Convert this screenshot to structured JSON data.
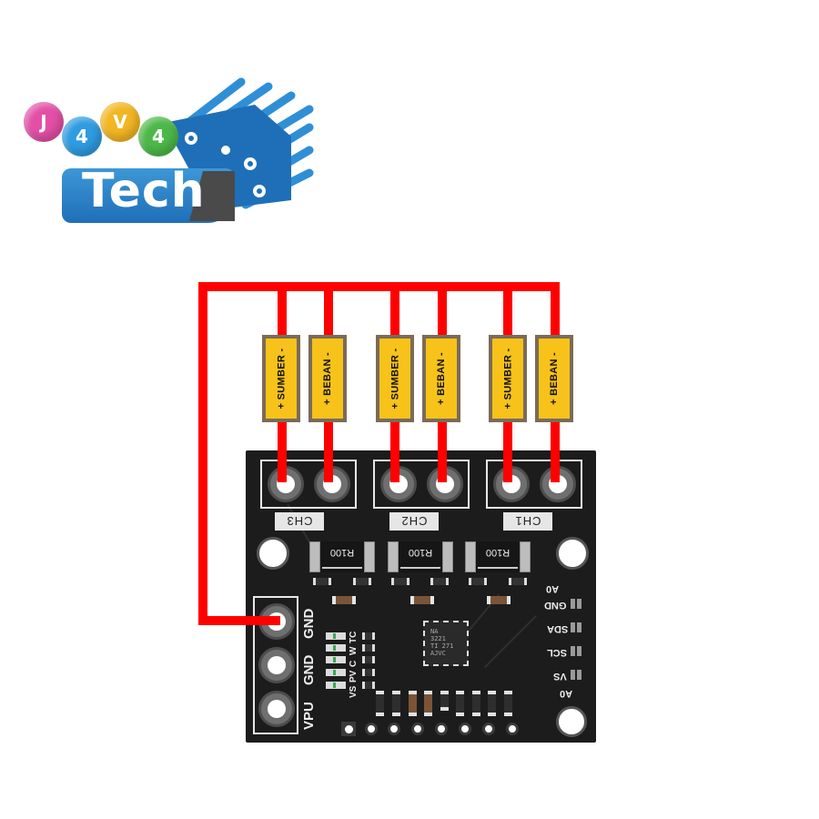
{
  "logo": {
    "letters": [
      "J",
      "4",
      "V",
      "4"
    ],
    "letter_colors": [
      "#e34fa6",
      "#2f9be0",
      "#f2b623",
      "#4cb848"
    ],
    "wordmark": "Tech",
    "brand_blue": "#1f6fb8"
  },
  "wiring": {
    "wire_color": "#ff0000",
    "description": "Common positive bus connecting all SUMBER/BEBAN terminals to GND pin"
  },
  "labels": [
    {
      "text": "+ SUMBER -",
      "channel": "CH3"
    },
    {
      "text": "+ BEBAN -",
      "channel": "CH3"
    },
    {
      "text": "+ SUMBER -",
      "channel": "CH2"
    },
    {
      "text": "+ BEBAN -",
      "channel": "CH2"
    },
    {
      "text": "+ SUMBER -",
      "channel": "CH1"
    },
    {
      "text": "+ BEBAN -",
      "channel": "CH1"
    }
  ],
  "pcb": {
    "channels": [
      "CH3",
      "CH2",
      "CH1"
    ],
    "shunts": [
      "R100",
      "R100",
      "R100"
    ],
    "chip_text": "NA\n3221\nTI 271\nAJVC",
    "left_header": [
      "GND",
      "GND",
      "VPU"
    ],
    "led_labels": [
      "TC",
      "W",
      "C",
      "PV",
      "VS"
    ],
    "right_pins": [
      "A0",
      "GND",
      "SDA",
      "SCL",
      "VS",
      "A0"
    ]
  },
  "colors": {
    "label_fill": "#f7c21a",
    "label_border": "#7b6b58",
    "pcb": "#1c1c1c",
    "silk": "#e6e6e6"
  }
}
